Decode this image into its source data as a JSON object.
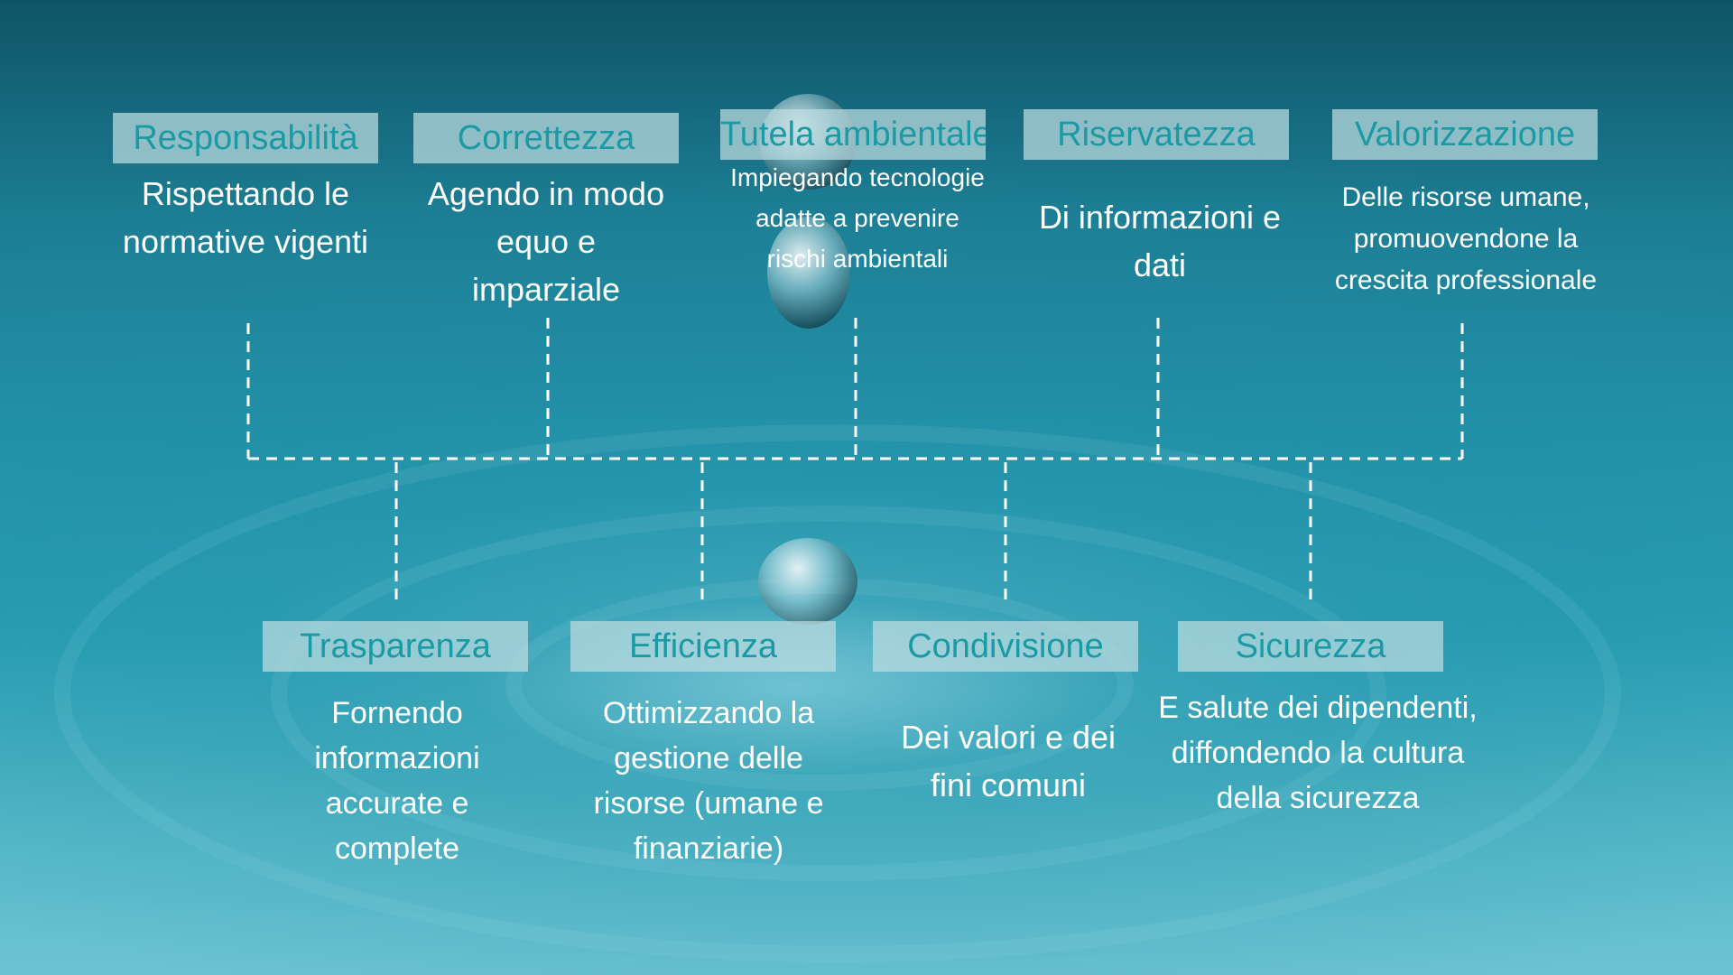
{
  "top_items": [
    {
      "title": "Responsabilità",
      "description": "Rispettando le normative vigenti"
    },
    {
      "title": "Correttezza",
      "description": "Agendo in modo equo e imparziale"
    },
    {
      "title": "Tutela ambientale",
      "description": "Impiegando tecnologie adatte a prevenire rischi ambientali"
    },
    {
      "title": "Riservatezza",
      "description": "Di informazioni e dati"
    },
    {
      "title": "Valorizzazione",
      "description": "Delle risorse umane, promuovendone la crescita professionale"
    }
  ],
  "bottom_items": [
    {
      "title": "Trasparenza",
      "description": "Fornendo informazioni accurate e complete"
    },
    {
      "title": "Efficienza",
      "description": "Ottimizzando la gestione delle risorse (umane e finanziarie)"
    },
    {
      "title": "Condivisione",
      "description": "Dei valori e dei fini comuni"
    },
    {
      "title": "Sicurezza",
      "description": "E salute dei dipendenti, diffondendo la cultura della sicurezza"
    }
  ],
  "colors": {
    "title_text": "#1a9aa4",
    "title_background": "#bedce1",
    "description_text": "#ffffff",
    "connector": "#ffffff",
    "background": "#2392a8"
  }
}
